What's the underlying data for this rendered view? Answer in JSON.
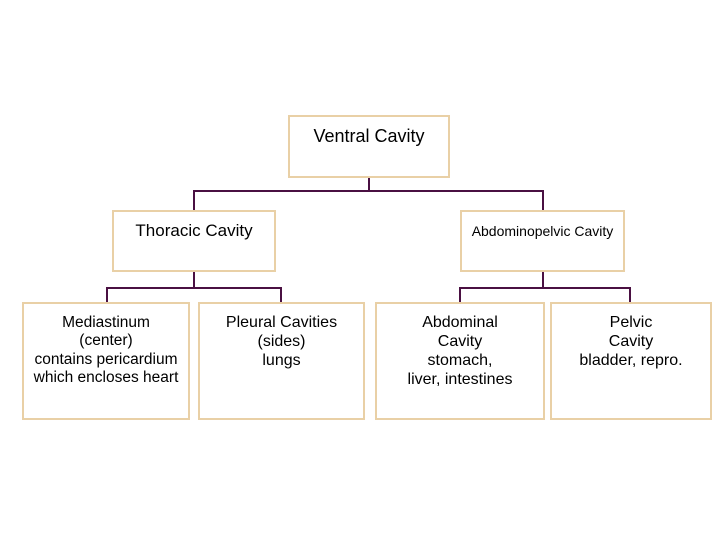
{
  "diagram": {
    "title": "Ventral Cavity",
    "type": "hierarchy-tree",
    "colors": {
      "box_border": "#e9d0a6",
      "connector": "#4a1042",
      "text": "#000000",
      "background": "#ffffff"
    },
    "nodes": {
      "root": {
        "id": "ventral-cavity",
        "lines": [
          "Ventral Cavity"
        ],
        "level": 1
      },
      "level2": [
        {
          "id": "thoracic-cavity",
          "lines": [
            "Thoracic Cavity"
          ],
          "level": 2
        },
        {
          "id": "abdominopelvic-cavity",
          "lines": [
            "Abdominopelvic Cavity"
          ],
          "level": 2
        }
      ],
      "level3": [
        {
          "id": "mediastinum",
          "parent": "thoracic-cavity",
          "lines": [
            "Mediastinum",
            "(center)",
            "contains pericardium",
            "which encloses heart"
          ],
          "level": 3
        },
        {
          "id": "pleural-cavities",
          "parent": "thoracic-cavity",
          "lines": [
            "Pleural Cavities",
            "(sides)",
            "lungs"
          ],
          "level": 3
        },
        {
          "id": "abdominal-cavity",
          "parent": "abdominopelvic-cavity",
          "lines": [
            "Abdominal",
            "Cavity",
            "stomach,",
            "liver, intestines"
          ],
          "level": 3
        },
        {
          "id": "pelvic-cavity",
          "parent": "abdominopelvic-cavity",
          "lines": [
            "Pelvic",
            "Cavity",
            "bladder, repro."
          ],
          "level": 3
        }
      ]
    }
  }
}
